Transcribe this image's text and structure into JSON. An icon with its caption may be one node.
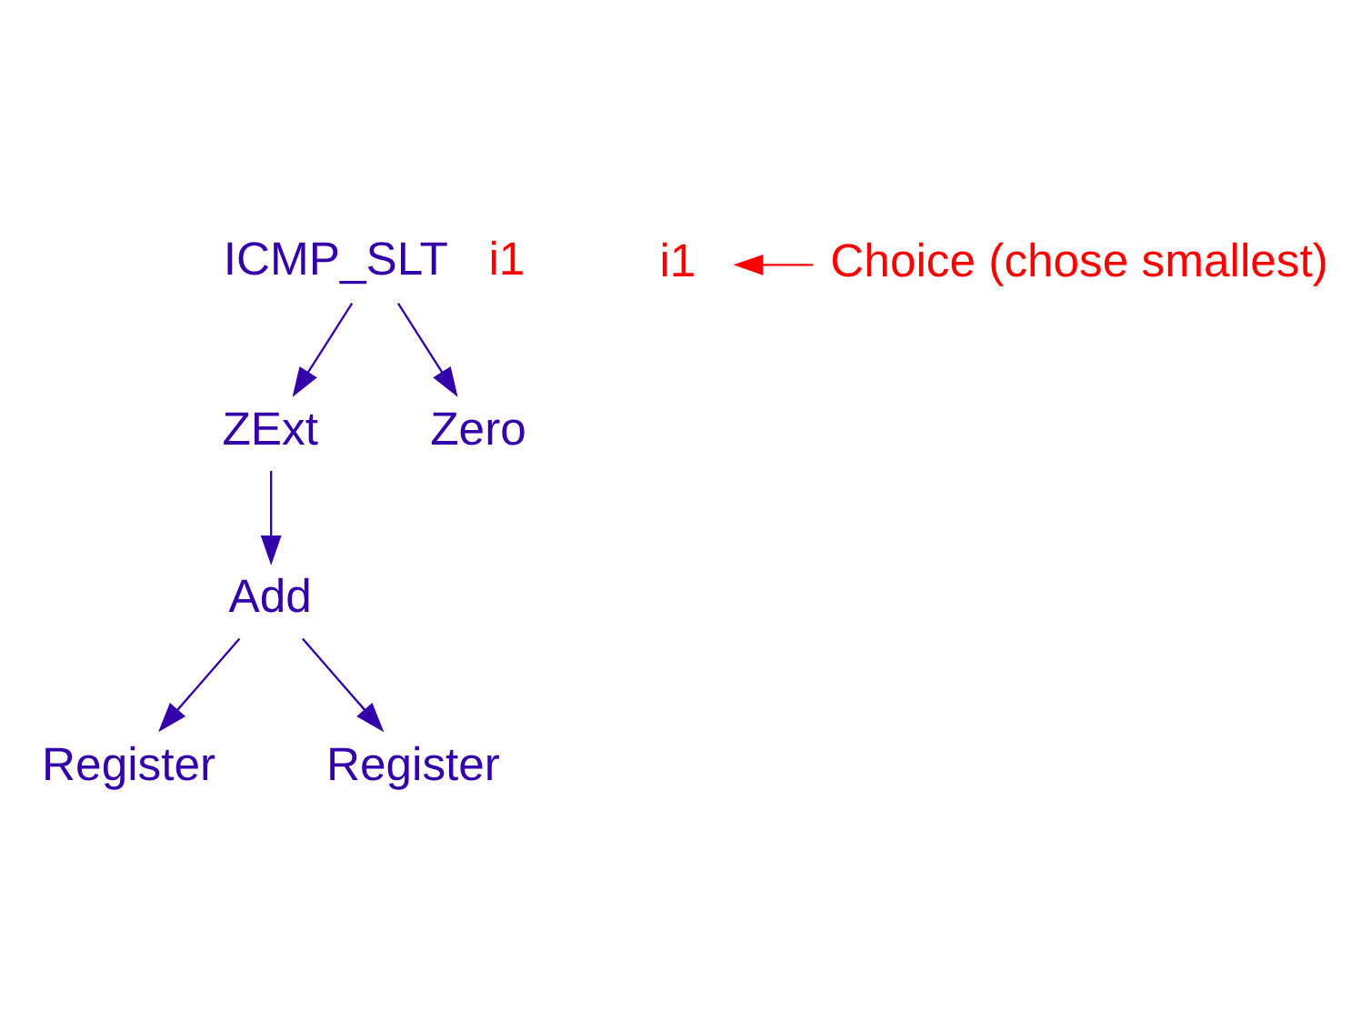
{
  "diagram": {
    "nodes": [
      {
        "text": [
          "ICMP_SLT"
        ],
        "beside": [
          "i1"
        ]
      },
      {
        "text": [
          "ZExt"
        ]
      },
      {
        "text": [
          "Zero"
        ]
      },
      {
        "text": [
          "Add"
        ]
      },
      {
        "text": [
          "Register"
        ]
      },
      {
        "text": [
          "Register"
        ]
      },
      {
        "text": [
          "i1"
        ]
      },
      {
        "text": [
          "Choice (chose smallest)"
        ]
      }
    ],
    "edges": [
      {
        "from": 0,
        "to": 1,
        "arrow": "to"
      },
      {
        "from": 0,
        "to": 2,
        "arrow": "to"
      },
      {
        "from": 1,
        "to": 3,
        "arrow": "to"
      },
      {
        "from": 3,
        "to": 4,
        "arrow": "to"
      },
      {
        "from": 3,
        "to": 5,
        "arrow": "to"
      },
      {
        "from": 7,
        "to": 6,
        "arrow": "to",
        "color": "#ff0000"
      }
    ]
  }
}
